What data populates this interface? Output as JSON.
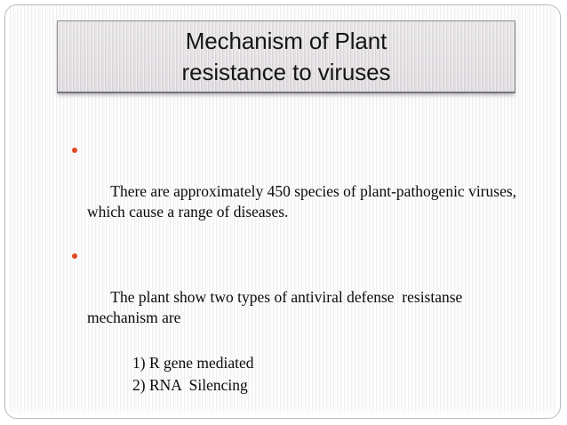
{
  "slide": {
    "title": {
      "lines": [
        "Mechanism of Plant",
        "resistance to viruses"
      ]
    },
    "bullets": [
      {
        "marker": "round-bullet",
        "text": "There are approximately 450 species of plant-pathogenic viruses, which cause a range of diseases."
      },
      {
        "marker": "round-bullet",
        "text": "The plant show two types of antiviral defense  resistanse mechanism are"
      }
    ],
    "sub_items": [
      "1) R gene mediated",
      "2) RNA  Silencing"
    ],
    "colors": {
      "bullet": "#e0491e",
      "title_text": "#151515",
      "body_text": "#0b0b0b",
      "title_box_border": "#8d8a8e",
      "slide_border": "#b9b9bd",
      "background": "#ffffff"
    }
  }
}
